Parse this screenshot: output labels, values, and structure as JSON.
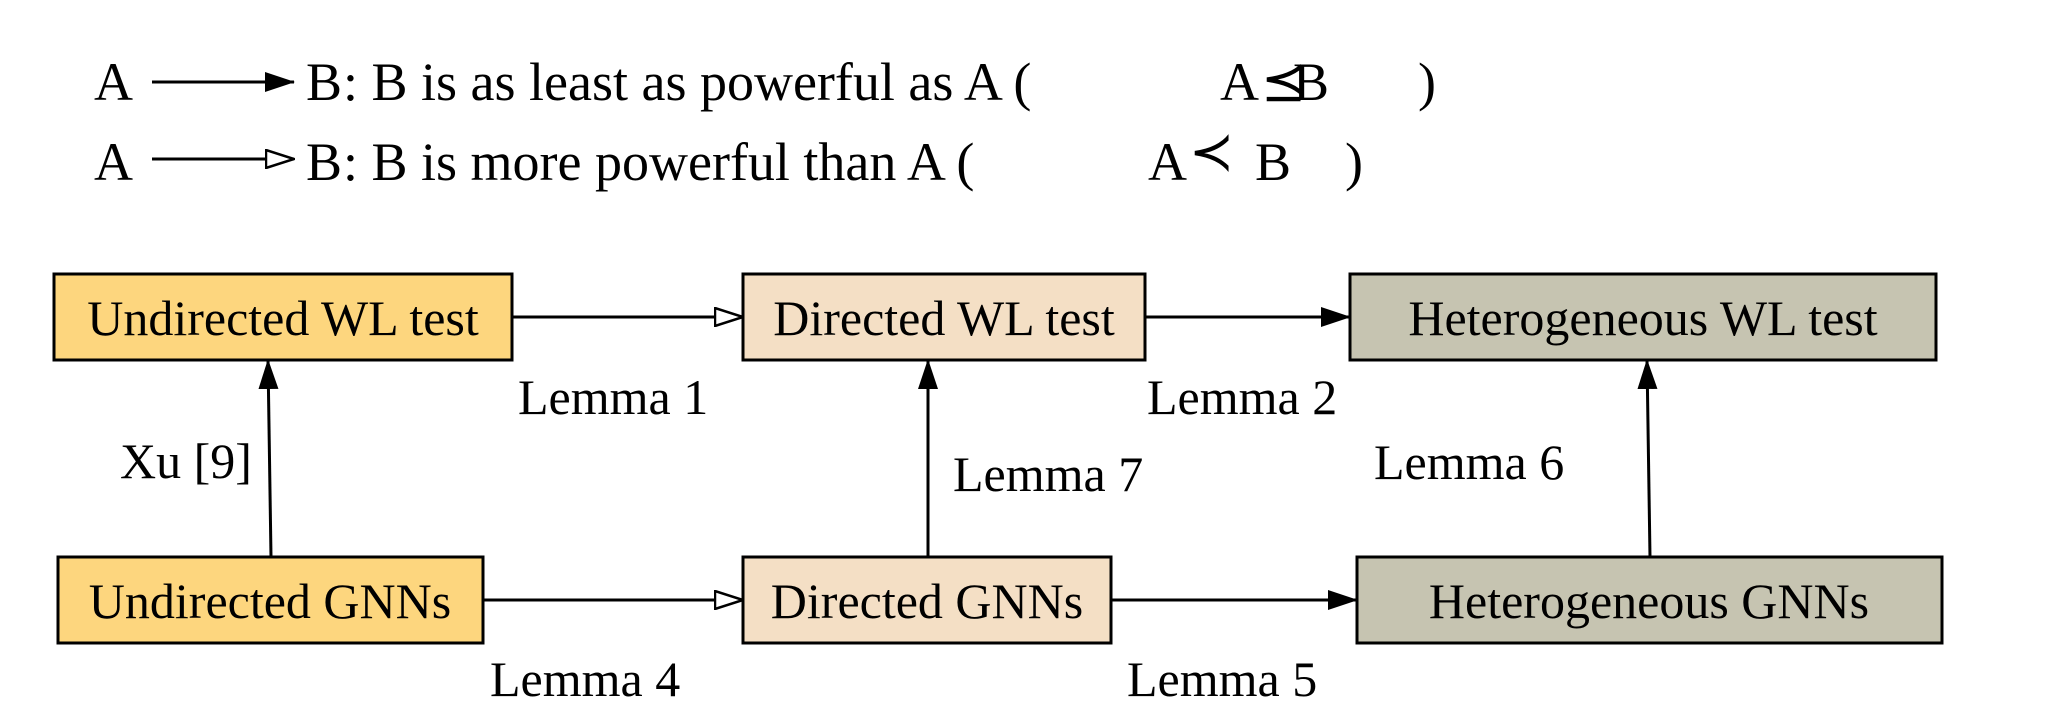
{
  "legend": {
    "line1": {
      "from": "A",
      "to": "B",
      "text": ": B is as least as powerful as A (",
      "math_a": "A",
      "math_rel": "⪯",
      "math_b": "B",
      "close": ")"
    },
    "line2": {
      "from": "A",
      "to": "B",
      "text": ": B is more powerful than A (",
      "math_a": "A",
      "math_rel": "≺",
      "math_b": "B",
      "close": ")"
    }
  },
  "nodes": {
    "undirected_wl": "Undirected WL test",
    "directed_wl": "Directed WL test",
    "hetero_wl": "Heterogeneous WL test",
    "undirected_gnn": "Undirected GNNs",
    "directed_gnn": "Directed GNNs",
    "hetero_gnn": "Heterogeneous GNNs"
  },
  "edges": {
    "lemma1": "Lemma 1",
    "lemma2": "Lemma 2",
    "lemma4": "Lemma 4",
    "lemma5": "Lemma 5",
    "lemma6": "Lemma 6",
    "lemma7": "Lemma 7",
    "xu": "Xu [9]"
  },
  "colors": {
    "undirected_fill": "#fdd67e",
    "directed_fill": "#f4dfc5",
    "hetero_fill": "#c6c4b1",
    "stroke": "#000000"
  }
}
